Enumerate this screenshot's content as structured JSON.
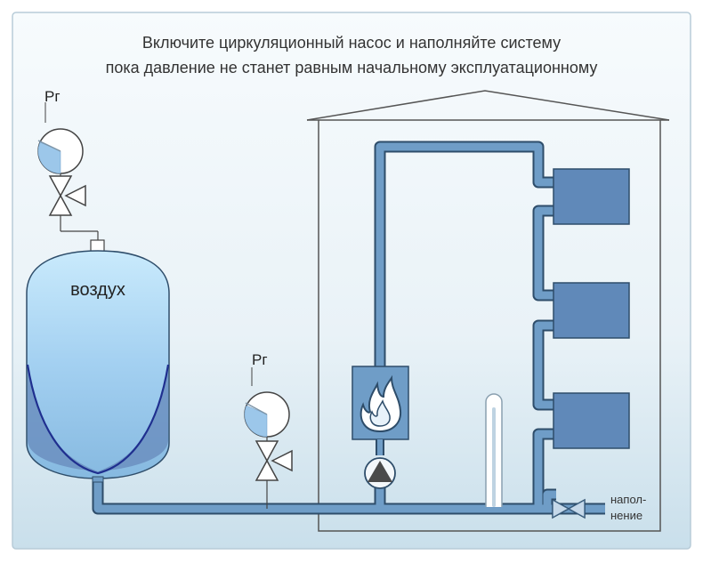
{
  "header": {
    "line1": "Включите циркуляционный насос и наполняйте систему",
    "line2": "пока давление не станет равным начальному эксплуатационному"
  },
  "tank": {
    "label": "воздух"
  },
  "gauges": {
    "top_label": "Рг",
    "bottom_label": "Рг"
  },
  "fill": {
    "line1": "напол-",
    "line2": "нение"
  },
  "colors": {
    "background_top": "#f6fafc",
    "background_bottom": "#cfe3ee",
    "pipe_fill": "#6e9cc6",
    "pipe_stroke": "#2e4d6a",
    "radiator": "#5f86b6",
    "tank_top": "#bfe4fb",
    "tank_bottom": "#7fb2dc",
    "house_line": "#555555"
  }
}
